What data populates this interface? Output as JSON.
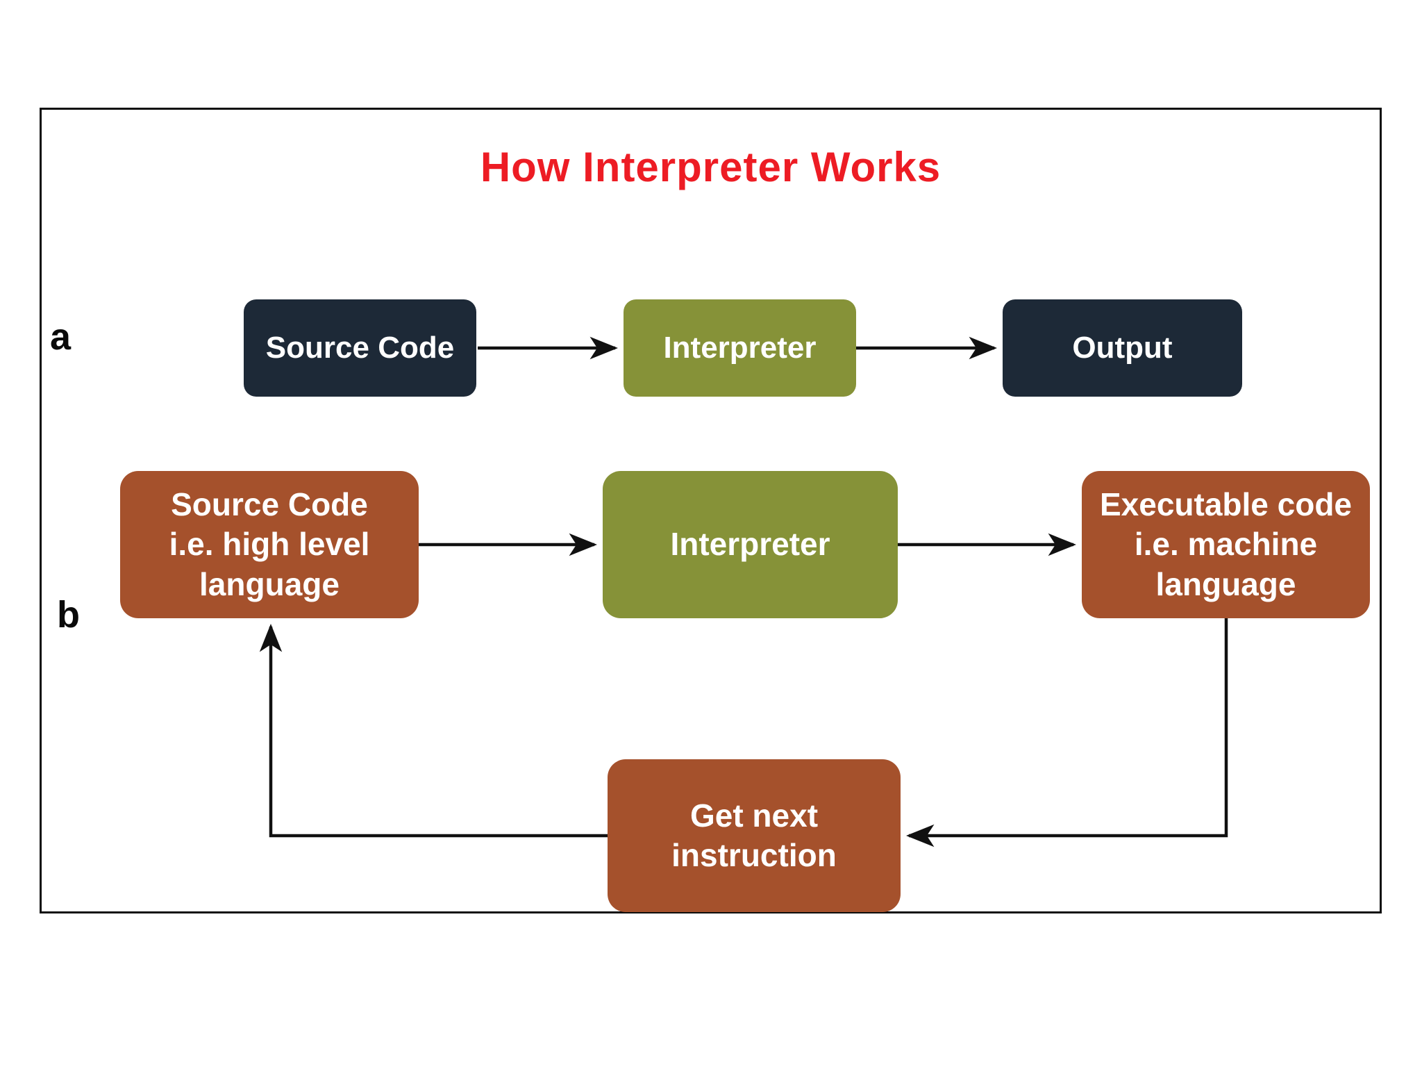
{
  "title": "How Interpreter Works",
  "colors": {
    "title_red": "#ed1c24",
    "navy": "#1d2937",
    "green": "#869238",
    "brown": "#a5512c",
    "line": "#111111"
  },
  "row_a": {
    "label": "a",
    "source_code": "Source Code",
    "interpreter": "Interpreter",
    "output": "Output"
  },
  "row_b": {
    "label": "b",
    "source_code": "Source Code\ni.e. high level\nlanguage",
    "interpreter": "Interpreter",
    "executable_code": "Executable code\ni.e. machine\nlanguage",
    "get_next_instruction": "Get next\ninstruction"
  }
}
